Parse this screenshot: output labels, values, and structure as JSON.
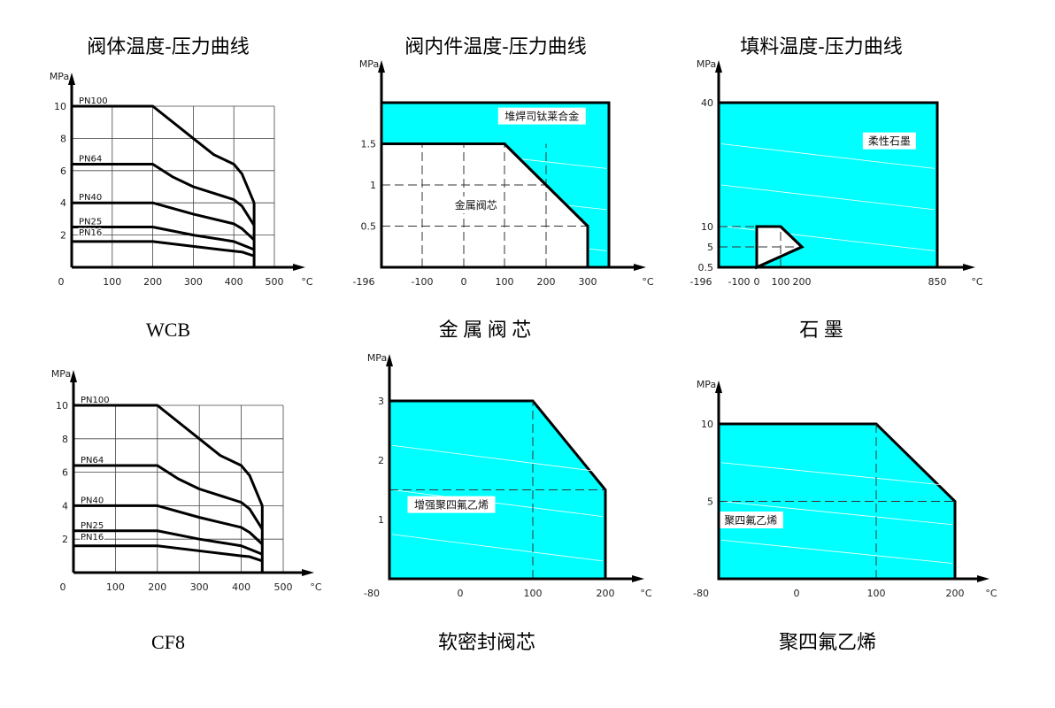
{
  "colors": {
    "fill": "#00ffff",
    "line": "#000000",
    "region": "#ffffff"
  },
  "chart_data": [
    {
      "type": "line",
      "title": "阀体温度-压力曲线",
      "caption": "WCB",
      "ylabel": "MPa",
      "xlabel": "°C",
      "xlim": [
        0,
        500
      ],
      "ylim": [
        0,
        10
      ],
      "grid": true,
      "xticks": [
        0,
        100,
        200,
        300,
        400,
        500
      ],
      "xtick_labels": [
        "0",
        "100",
        "200",
        "300",
        "400",
        "500"
      ],
      "yticks": [
        2,
        4,
        6,
        8,
        10
      ],
      "ytick_labels": [
        "2",
        "4",
        "6",
        "8",
        "10"
      ],
      "series": [
        {
          "name": "PN100",
          "x": [
            0,
            200,
            300,
            350,
            400,
            420,
            450
          ],
          "y": [
            10,
            10,
            8,
            7,
            6.4,
            5.8,
            4
          ]
        },
        {
          "name": "PN64",
          "x": [
            0,
            200,
            250,
            300,
            400,
            420,
            450
          ],
          "y": [
            6.4,
            6.4,
            5.6,
            5,
            4.2,
            3.8,
            2.6
          ]
        },
        {
          "name": "PN40",
          "x": [
            0,
            200,
            300,
            400,
            420,
            450
          ],
          "y": [
            4,
            4,
            3.3,
            2.7,
            2.4,
            1.7
          ]
        },
        {
          "name": "PN25",
          "x": [
            0,
            200,
            300,
            400,
            420,
            450
          ],
          "y": [
            2.5,
            2.5,
            2,
            1.6,
            1.4,
            1.1
          ]
        },
        {
          "name": "PN16",
          "x": [
            0,
            200,
            300,
            400,
            420,
            450
          ],
          "y": [
            1.6,
            1.6,
            1.3,
            1.0,
            0.95,
            0.7
          ]
        }
      ],
      "limit_line": {
        "x": 450,
        "y": [
          0,
          4
        ]
      }
    },
    {
      "type": "area",
      "title": "阀内件温度-压力曲线",
      "caption": "金 属 阀 芯",
      "ylabel": "MPa",
      "xlabel": "°C",
      "xlim": [
        -196,
        350
      ],
      "ylim": [
        0,
        2
      ],
      "xticks": [
        -196,
        -100,
        0,
        100,
        200,
        300
      ],
      "xtick_labels": [
        "-196",
        "-100",
        "0",
        "100",
        "200",
        "300"
      ],
      "yticks": [
        0.5,
        1,
        1.5
      ],
      "ytick_labels": [
        "0.5",
        "1",
        "1.5"
      ],
      "regions": [
        {
          "name": "堆焊司钛莱合金",
          "fill": "cyan",
          "x": [
            -196,
            -196,
            350,
            350
          ],
          "y": [
            0,
            2,
            2,
            0
          ],
          "label_at": [
            190,
            1.8
          ]
        },
        {
          "name": "金属阀芯",
          "fill": "white",
          "x": [
            -196,
            -196,
            100,
            300,
            300
          ],
          "y": [
            0,
            1.5,
            1.5,
            0.5,
            0
          ],
          "label_at": [
            30,
            0.72
          ]
        }
      ],
      "dashed": {
        "x": [
          -100,
          0,
          100,
          200
        ],
        "y": [
          0.5,
          1
        ]
      }
    },
    {
      "type": "area",
      "title": "填料温度-压力曲线",
      "caption": "石    墨",
      "ylabel": "MPa",
      "xlabel": "°C",
      "xlim": [
        -196,
        850
      ],
      "ylim": [
        0.5,
        40
      ],
      "xticks": [
        -196,
        -100,
        0,
        100,
        200,
        850
      ],
      "xtick_labels": [
        "-196",
        "-100",
        "0",
        "100",
        "200",
        "850"
      ],
      "yticks": [
        0.5,
        5,
        10,
        40
      ],
      "ytick_labels": [
        "0.5",
        "5",
        "10",
        "40"
      ],
      "regions": [
        {
          "name": "柔性石墨",
          "fill": "cyan",
          "x": [
            -196,
            -196,
            850,
            850
          ],
          "y": [
            0.5,
            40,
            40,
            0.5
          ],
          "label_at": [
            620,
            30
          ]
        },
        {
          "name": "",
          "fill": "white",
          "x": [
            0,
            0,
            100,
            200,
            200
          ],
          "y": [
            0.5,
            10,
            10,
            5,
            5,
            0.5
          ],
          "label_at": null
        }
      ],
      "dashed": {
        "x": [
          100
        ],
        "y": [
          5,
          10
        ]
      }
    },
    {
      "type": "line",
      "title": "",
      "caption": "CF8",
      "ylabel": "MPa",
      "xlabel": "°C",
      "xlim": [
        0,
        500
      ],
      "ylim": [
        0,
        10
      ],
      "grid": true,
      "xticks": [
        0,
        100,
        200,
        300,
        400,
        500
      ],
      "xtick_labels": [
        "0",
        "100",
        "200",
        "300",
        "400",
        "500"
      ],
      "yticks": [
        2,
        4,
        6,
        8,
        10
      ],
      "ytick_labels": [
        "2",
        "4",
        "6",
        "8",
        "10"
      ],
      "series": [
        {
          "name": "PN100",
          "x": [
            0,
            200,
            300,
            350,
            400,
            420,
            450
          ],
          "y": [
            10,
            10,
            8,
            7,
            6.4,
            5.8,
            4
          ]
        },
        {
          "name": "PN64",
          "x": [
            0,
            200,
            250,
            300,
            400,
            420,
            450
          ],
          "y": [
            6.4,
            6.4,
            5.6,
            5,
            4.2,
            3.8,
            2.6
          ]
        },
        {
          "name": "PN40",
          "x": [
            0,
            200,
            300,
            400,
            420,
            450
          ],
          "y": [
            4,
            4,
            3.3,
            2.7,
            2.4,
            1.7
          ]
        },
        {
          "name": "PN25",
          "x": [
            0,
            200,
            300,
            400,
            420,
            450
          ],
          "y": [
            2.5,
            2.5,
            2,
            1.6,
            1.4,
            1.1
          ]
        },
        {
          "name": "PN16",
          "x": [
            0,
            200,
            300,
            400,
            420,
            450
          ],
          "y": [
            1.6,
            1.6,
            1.3,
            1.0,
            0.95,
            0.7
          ]
        }
      ],
      "limit_line": {
        "x": 450,
        "y": [
          0,
          4
        ]
      }
    },
    {
      "type": "area",
      "title": "",
      "caption": "软密封阀芯",
      "ylabel": "MPa",
      "xlabel": "°C",
      "xlim": [
        -80,
        200
      ],
      "ylim": [
        0,
        3
      ],
      "xticks": [
        -80,
        0,
        100,
        200
      ],
      "xtick_labels": [
        "-80",
        "0",
        "100",
        "200"
      ],
      "yticks": [
        1,
        2,
        3
      ],
      "ytick_labels": [
        "1",
        "2",
        "3"
      ],
      "regions": [
        {
          "name": "增强聚四氟乙烯",
          "fill": "cyan",
          "x": [
            -80,
            -80,
            100,
            200,
            200
          ],
          "y": [
            0,
            3,
            3,
            1.5,
            0
          ],
          "label_at": [
            -10,
            1.2
          ]
        }
      ],
      "dashed": {
        "x": [
          100
        ],
        "y": [
          1.5
        ]
      }
    },
    {
      "type": "area",
      "title": "",
      "caption": "聚四氟乙烯",
      "ylabel": "MPa",
      "xlabel": "°C",
      "xlim": [
        -80,
        200
      ],
      "ylim": [
        0,
        10
      ],
      "xticks": [
        -80,
        0,
        100,
        200
      ],
      "xtick_labels": [
        "-80",
        "0",
        "100",
        "200"
      ],
      "yticks": [
        5,
        10
      ],
      "ytick_labels": [
        "5",
        "10"
      ],
      "regions": [
        {
          "name": "聚四氟乙烯",
          "fill": "cyan",
          "x": [
            -80,
            -80,
            100,
            200,
            200
          ],
          "y": [
            0,
            10,
            10,
            5,
            0
          ],
          "label_at": [
            -47,
            3.6
          ]
        }
      ],
      "dashed": {
        "x": [
          100
        ],
        "y": [
          5
        ]
      }
    }
  ]
}
